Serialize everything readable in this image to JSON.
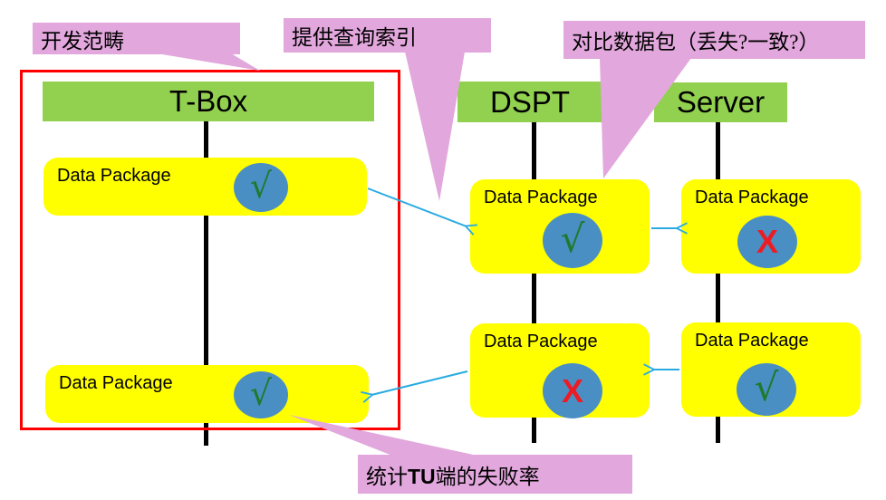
{
  "diagram": {
    "callouts": {
      "dev_scope": "开发范畴",
      "query_index": "提供查询索引",
      "compare_packages": "对比数据包（丢失?一致?）",
      "failure_rate": {
        "prefix": "统计",
        "bold": "TU",
        "suffix": "端的失败率"
      }
    },
    "lanes": [
      {
        "title": "T-Box"
      },
      {
        "title": "DSPT"
      },
      {
        "title": "Server"
      }
    ],
    "packages": [
      {
        "lane": "T-Box",
        "row": 1,
        "label": "Data Package",
        "symbol": "√",
        "status": "pass"
      },
      {
        "lane": "DSPT",
        "row": 1,
        "label": "Data Package",
        "symbol": "√",
        "status": "pass"
      },
      {
        "lane": "Server",
        "row": 1,
        "label": "Data Package",
        "symbol": "X",
        "status": "fail"
      },
      {
        "lane": "DSPT",
        "row": 2,
        "label": "Data Package",
        "symbol": "X",
        "status": "fail"
      },
      {
        "lane": "Server",
        "row": 2,
        "label": "Data Package",
        "symbol": "√",
        "status": "pass"
      },
      {
        "lane": "T-Box",
        "row": 2,
        "label": "Data Package",
        "symbol": "√",
        "status": "pass"
      }
    ],
    "colors": {
      "header_green": "#92D050",
      "package_yellow": "#FFFF00",
      "circle_blue": "#4A8FC4",
      "check_green": "#1E7A2E",
      "cross_red": "#EC1C24",
      "callout_pink": "#E2A7DC",
      "arrow_cyan": "#29ABE2",
      "scope_red": "#FF0000",
      "lifeline_black": "#000000"
    }
  }
}
